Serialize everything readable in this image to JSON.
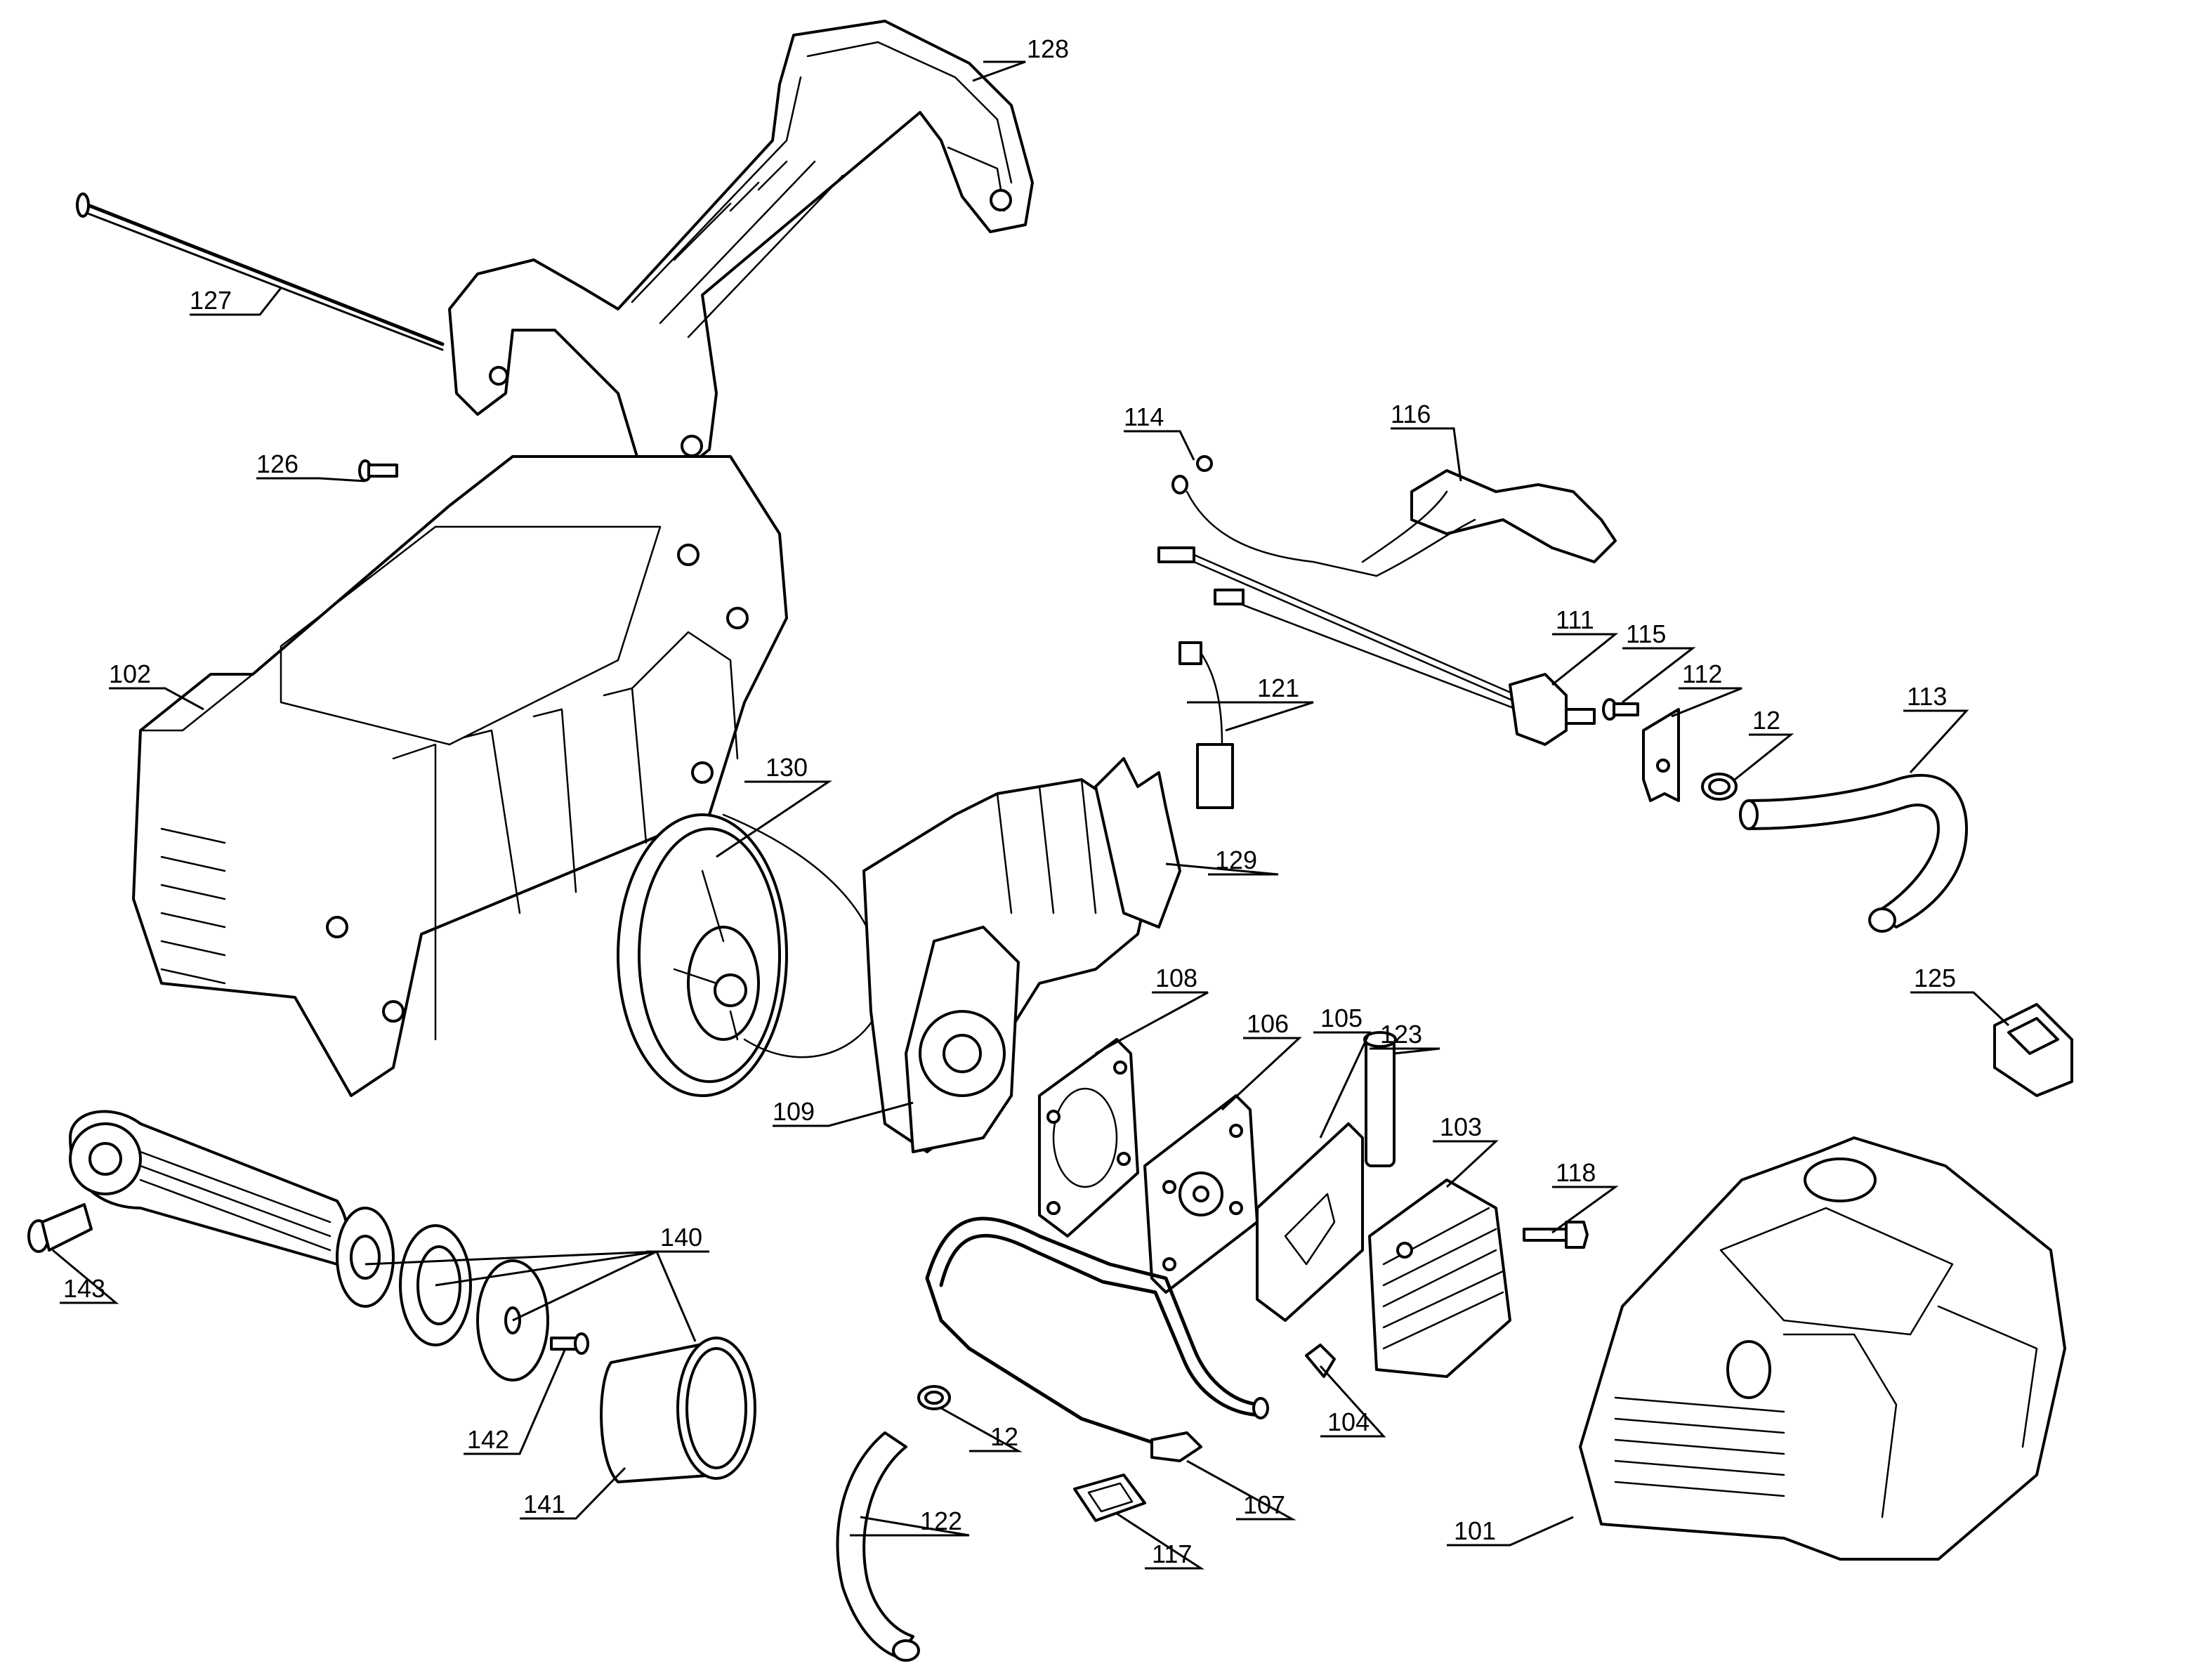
{
  "callouts": {
    "c128": "128",
    "c127": "127",
    "c126": "126",
    "c114": "114",
    "c116": "116",
    "c102": "102",
    "c111": "111",
    "c115": "115",
    "c112": "112",
    "c113": "113",
    "c121": "121",
    "c12a": "12",
    "c130": "130",
    "c129": "129",
    "c125": "125",
    "c108": "108",
    "c106": "106",
    "c105": "105",
    "c123": "123",
    "c109": "109",
    "c103": "103",
    "c118": "118",
    "c140": "140",
    "c143": "143",
    "c142": "142",
    "c141": "141",
    "c12b": "12",
    "c122": "122",
    "c104": "104",
    "c107": "107",
    "c117": "117",
    "c101": "101"
  },
  "colors": {
    "line": "#000000",
    "background": "#ffffff"
  }
}
